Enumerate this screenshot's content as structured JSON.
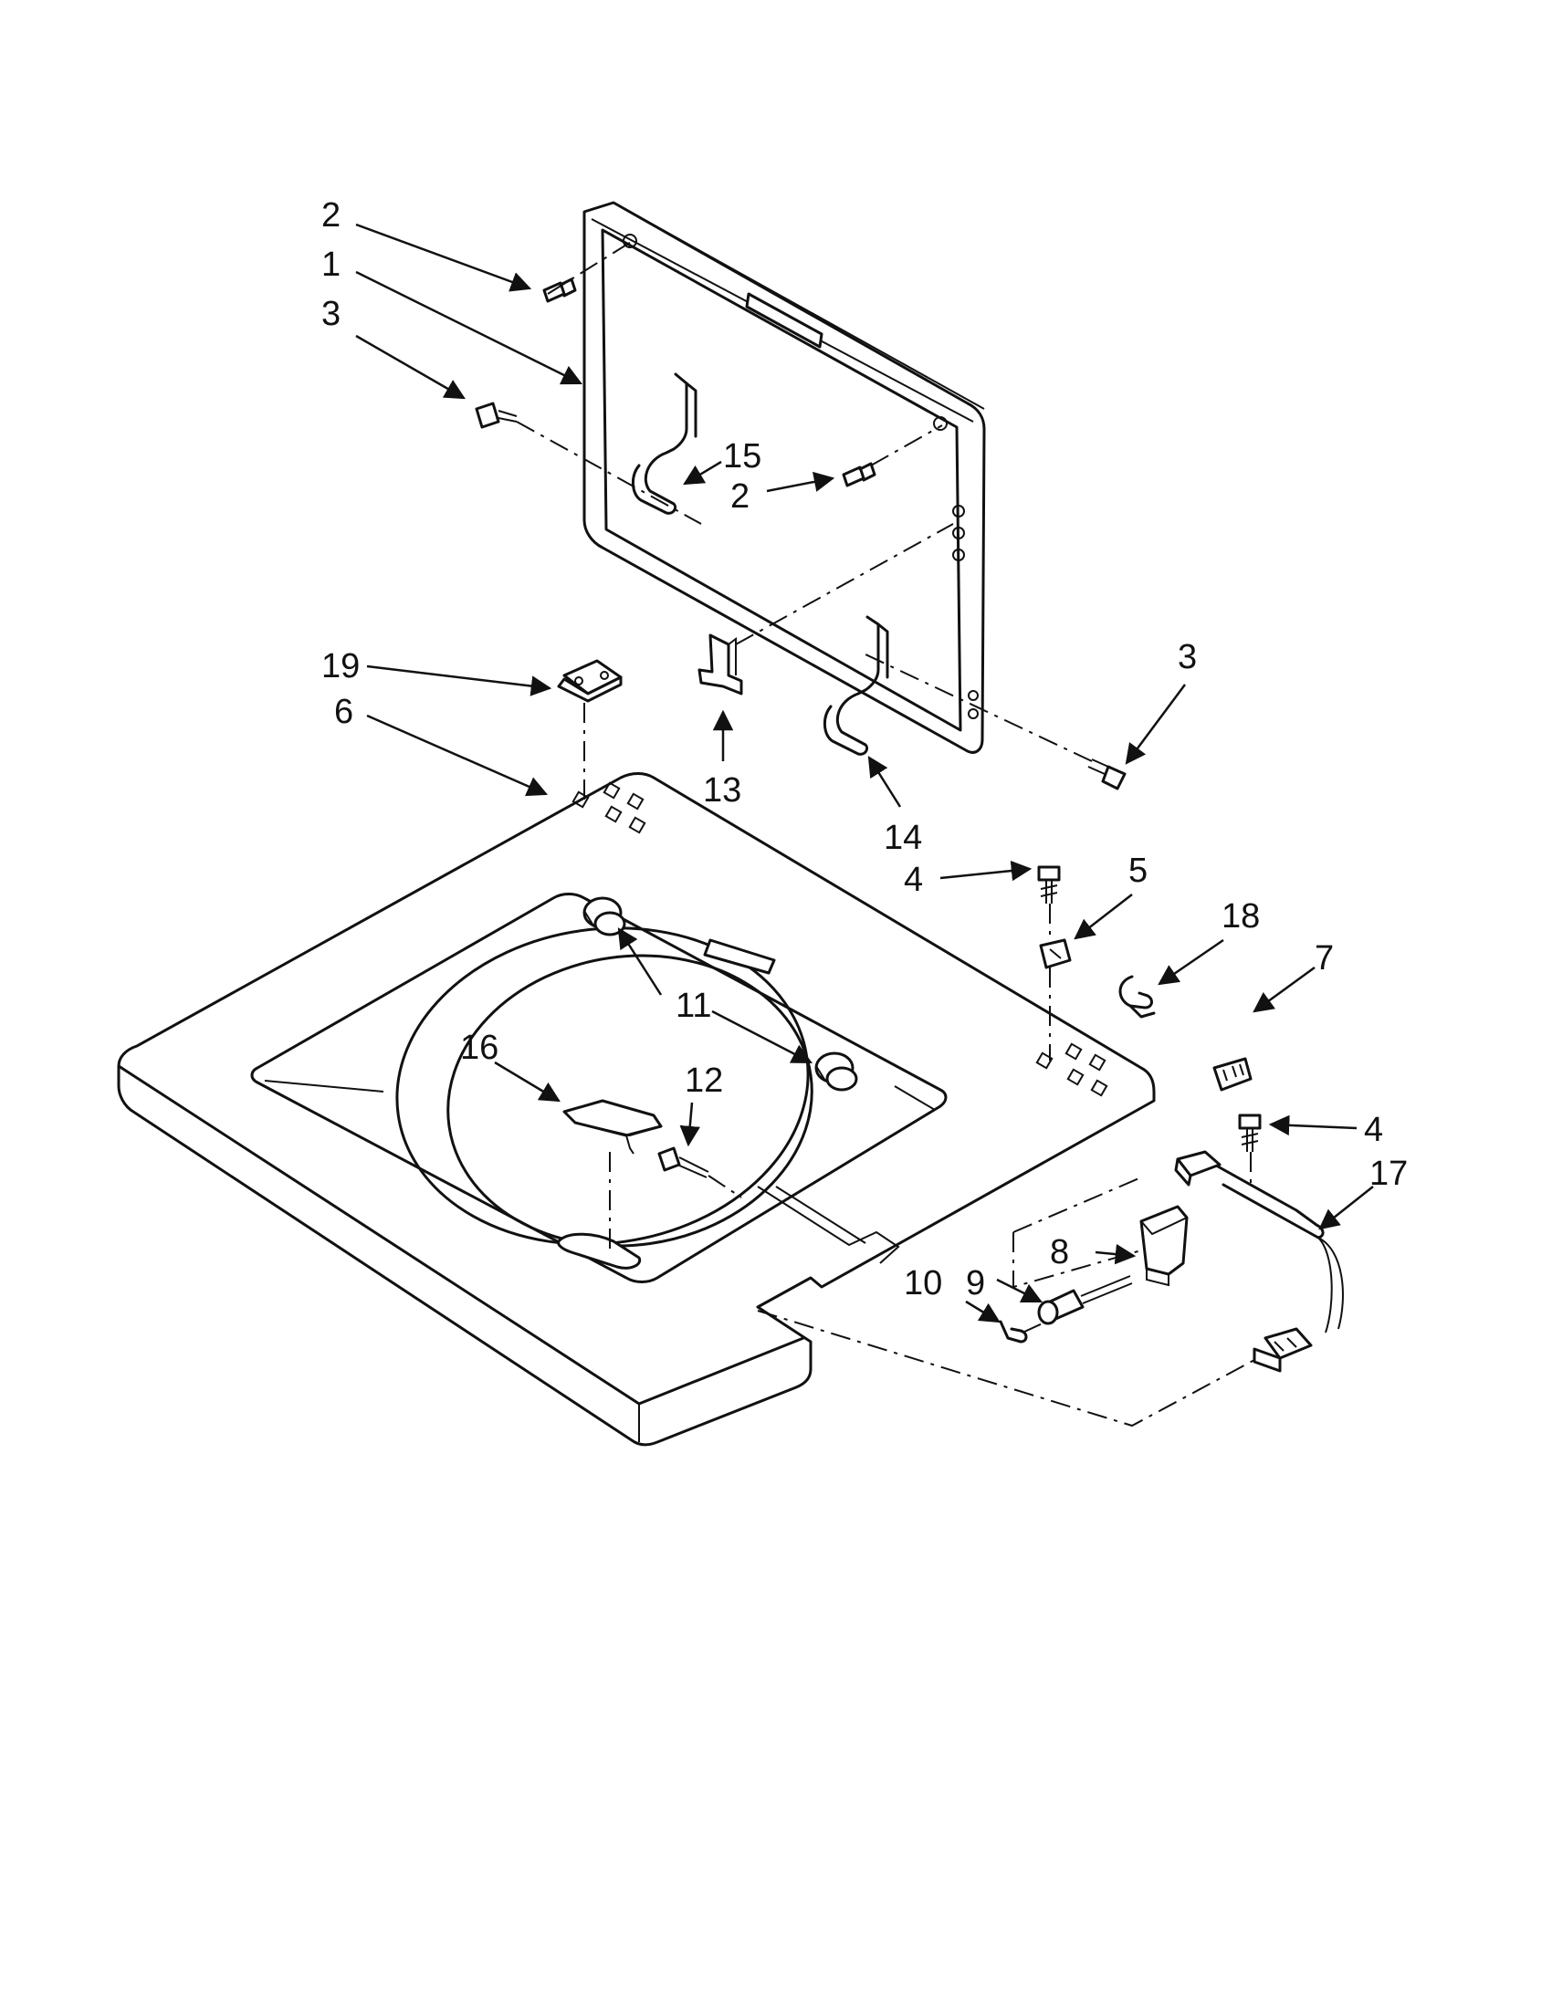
{
  "callouts": [
    {
      "label": "2"
    },
    {
      "label": "1"
    },
    {
      "label": "3"
    },
    {
      "label": "15"
    },
    {
      "label": "2"
    },
    {
      "label": "19"
    },
    {
      "label": "6"
    },
    {
      "label": "13"
    },
    {
      "label": "14"
    },
    {
      "label": "3"
    },
    {
      "label": "4"
    },
    {
      "label": "5"
    },
    {
      "label": "18"
    },
    {
      "label": "7"
    },
    {
      "label": "11"
    },
    {
      "label": "16"
    },
    {
      "label": "12"
    },
    {
      "label": "4"
    },
    {
      "label": "17"
    },
    {
      "label": "8"
    },
    {
      "label": "9"
    },
    {
      "label": "10"
    }
  ]
}
